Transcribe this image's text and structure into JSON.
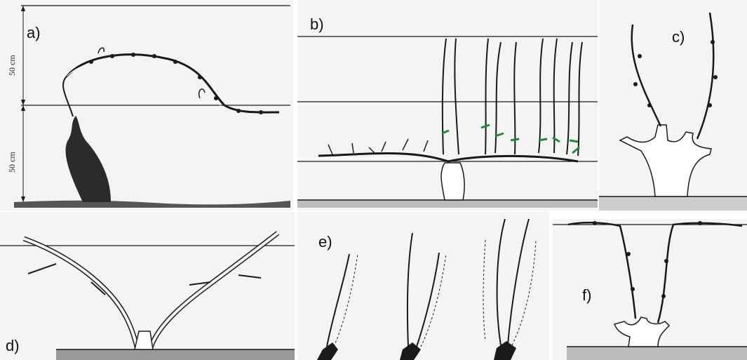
{
  "panels": {
    "a": {
      "label": "a)"
    },
    "b": {
      "label": "b)"
    },
    "c": {
      "label": "c)"
    },
    "d": {
      "label": "d)"
    },
    "e": {
      "label": "e)"
    },
    "f": {
      "label": "f)"
    }
  },
  "dimensions": {
    "upper": "50 cm",
    "lower": "50 cm"
  },
  "colors": {
    "ink": "#1a1a1a",
    "background": "#f4f4f2",
    "cut_marks": "#1f8a3a"
  }
}
